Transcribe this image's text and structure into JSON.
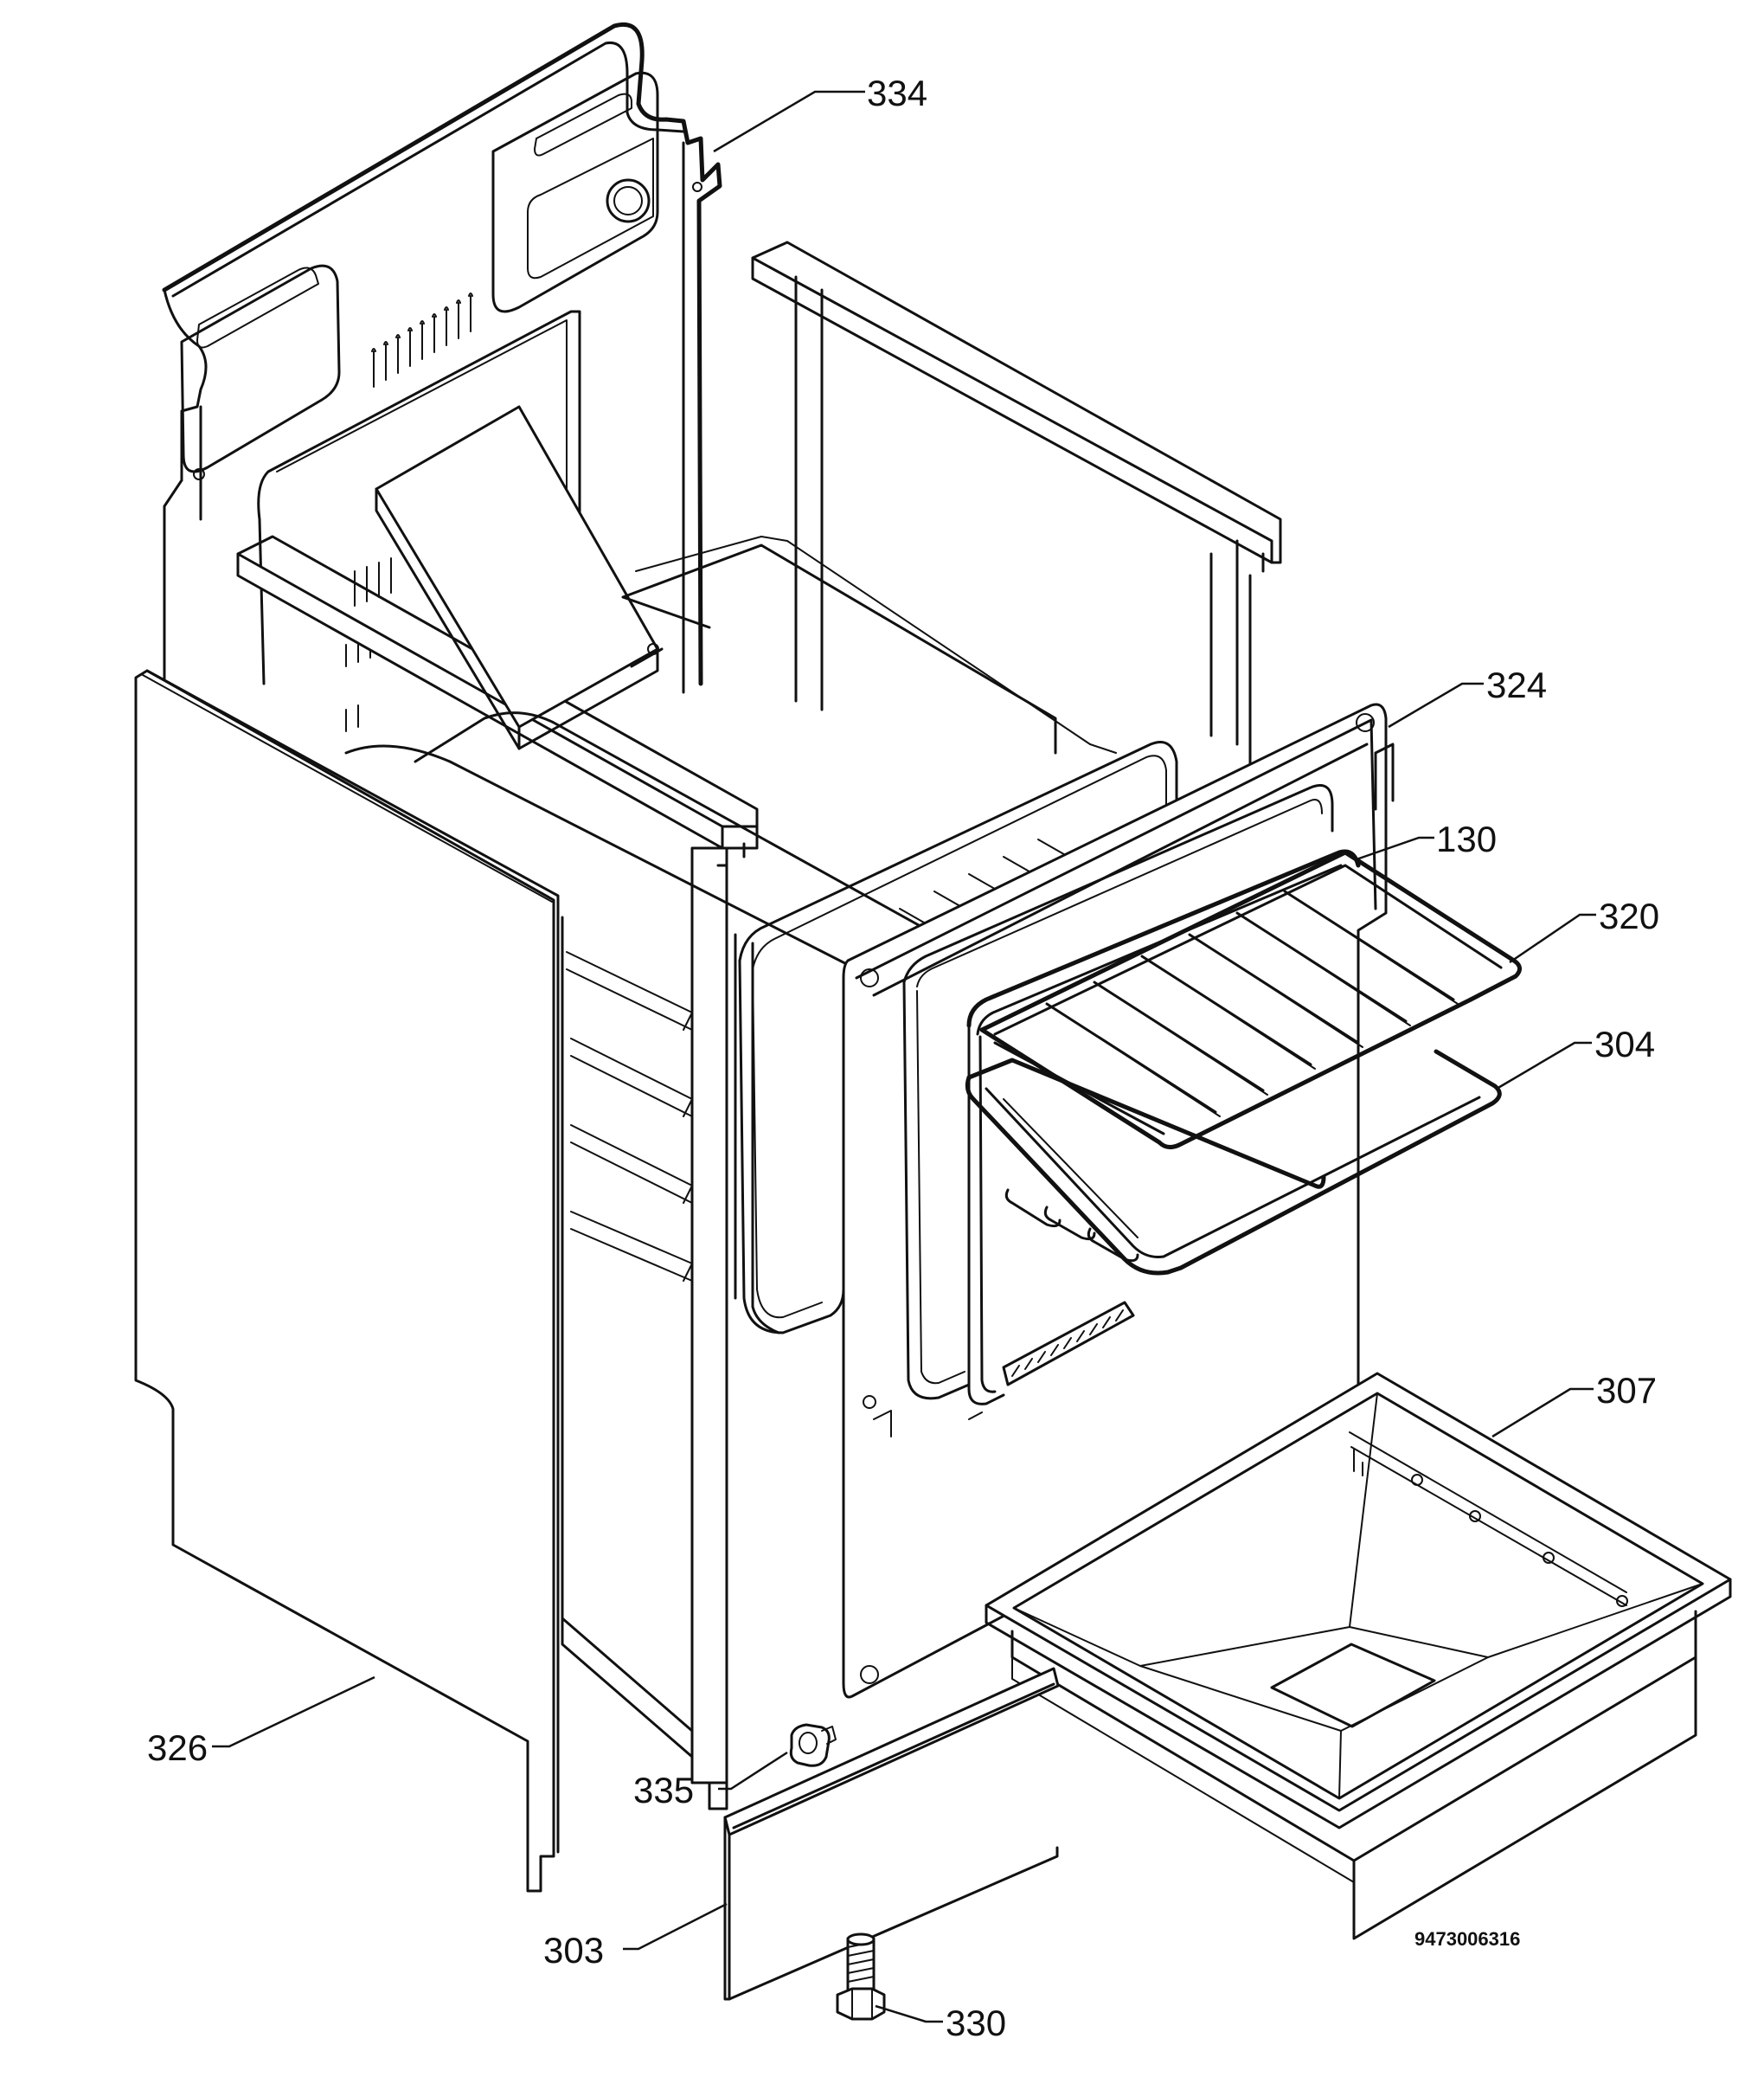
{
  "labels": {
    "p334": "334",
    "p324": "324",
    "p130": "130",
    "p320": "320",
    "p304": "304",
    "p307": "307",
    "p326": "326",
    "p335": "335",
    "p303": "303",
    "p330": "330"
  },
  "drawing_code": "9473006316"
}
